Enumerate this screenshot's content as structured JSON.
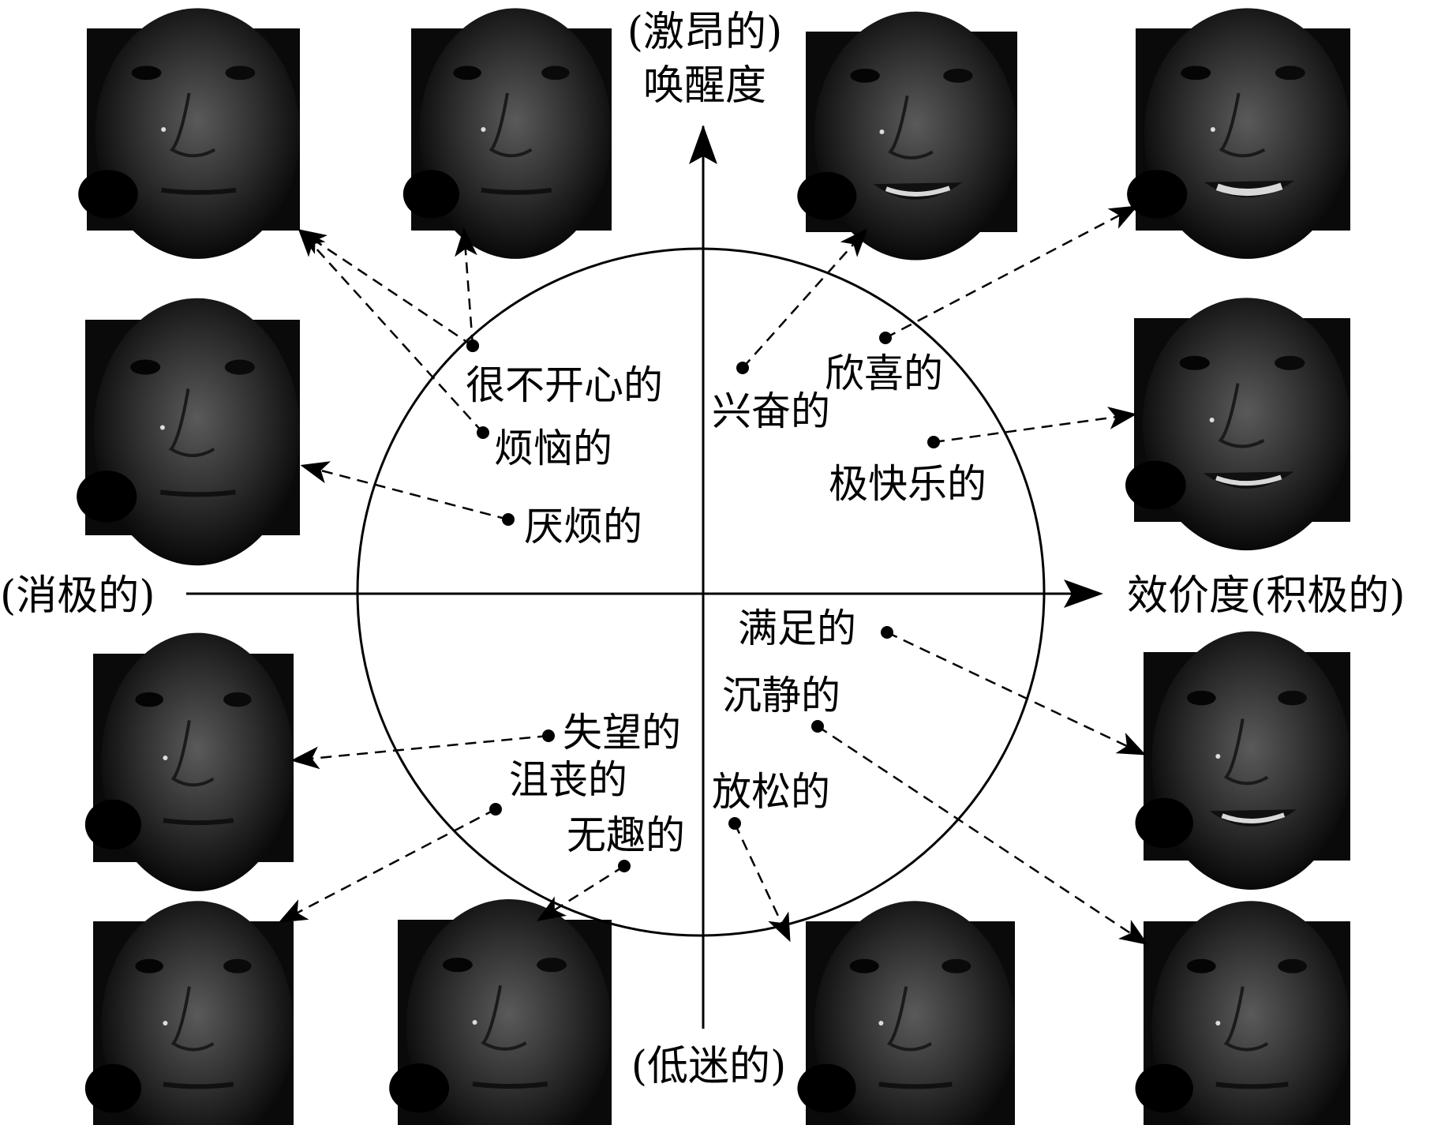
{
  "colors": {
    "ink": "#000000",
    "face_dark": "#0a0a0a",
    "face_mid": "#3a3a3a",
    "face_light": "#6e6e6e"
  },
  "axes": {
    "top_line1": "(激昂的)",
    "top_line2": "唤醒度",
    "bottom": "(低迷的)",
    "left": "(消极的)",
    "right": "效价度(积极的)"
  },
  "emotions": [
    {
      "label": "很不开心的"
    },
    {
      "label": "烦恼的"
    },
    {
      "label": "厌烦的"
    },
    {
      "label": "兴奋的"
    },
    {
      "label": "欣喜的"
    },
    {
      "label": "极快乐的"
    },
    {
      "label": "满足的"
    },
    {
      "label": "沉静的"
    },
    {
      "label": "放松的"
    },
    {
      "label": "失望的"
    },
    {
      "label": "沮丧的"
    },
    {
      "label": "无趣的"
    }
  ],
  "faces": [
    {
      "expression": "neutral"
    },
    {
      "expression": "neutral"
    },
    {
      "expression": "smile"
    },
    {
      "expression": "big-smile"
    },
    {
      "expression": "neutral"
    },
    {
      "expression": "side-smile"
    },
    {
      "expression": "neutral"
    },
    {
      "expression": "smile"
    },
    {
      "expression": "neutral"
    },
    {
      "expression": "neutral"
    },
    {
      "expression": "neutral"
    },
    {
      "expression": "neutral"
    }
  ]
}
